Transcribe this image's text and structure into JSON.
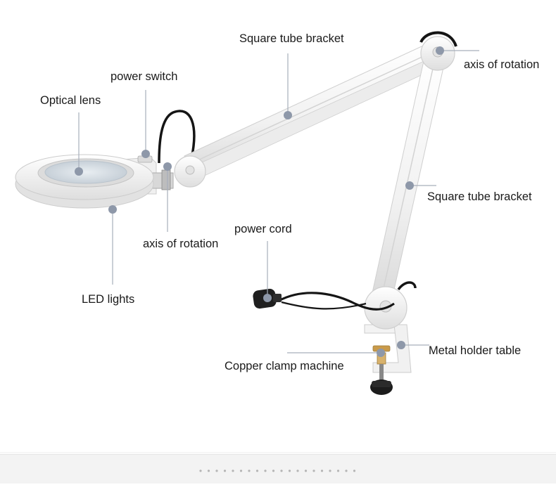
{
  "colors": {
    "marker": "#8e98a9",
    "leader": "#a7afbb",
    "lamp_body": "#f4f4f4",
    "lamp_edge": "#cfcfcf",
    "cord": "#151515"
  },
  "labels": {
    "square_tube_bracket_top": "Square tube bracket",
    "axis_rotation_top": "axis of rotation",
    "power_switch": "power switch",
    "optical_lens": "Optical lens",
    "square_tube_bracket_right": "Square tube bracket",
    "power_cord": "power cord",
    "axis_rotation_left": "axis of rotation",
    "led_lights": "LED lights",
    "metal_holder_table": "Metal holder table",
    "copper_clamp_machine": "Copper clamp machine"
  }
}
